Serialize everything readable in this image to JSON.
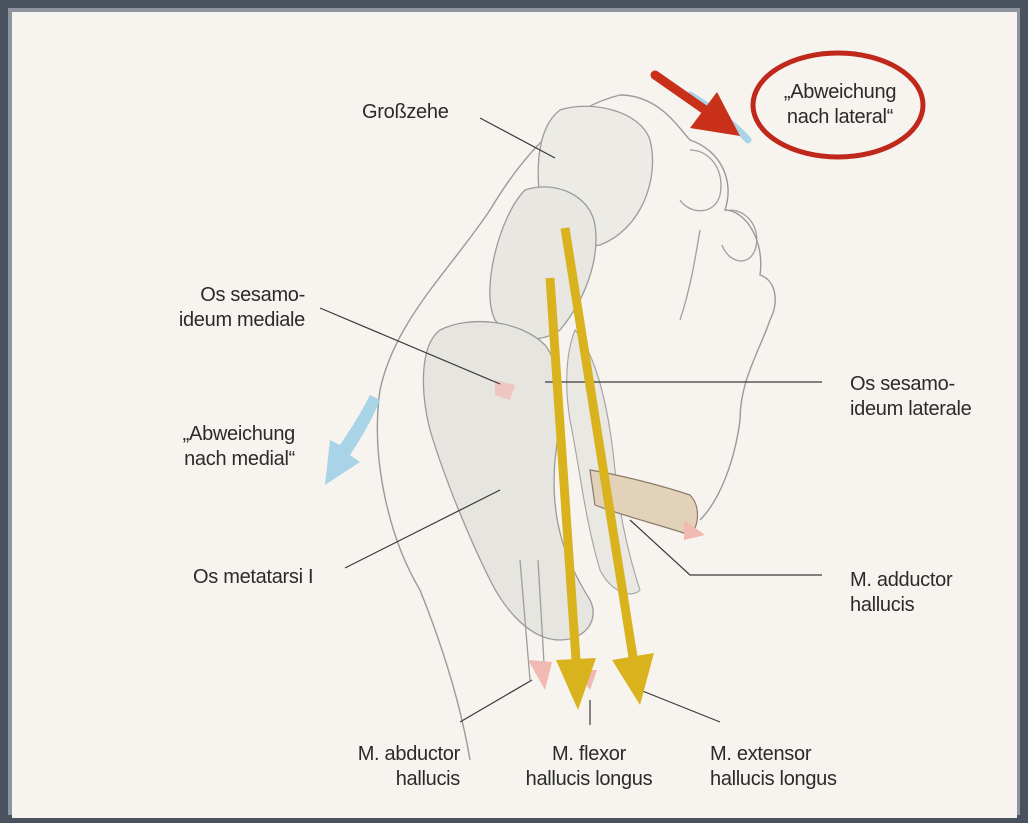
{
  "labels": {
    "grosszehe": "Großzehe",
    "abweichung_lateral": [
      "„Abweichung",
      "nach lateral“"
    ],
    "os_sesamoideum_mediale": [
      "Os sesamo-",
      "ideum mediale"
    ],
    "os_sesamoideum_laterale": [
      "Os sesamo-",
      "ideum laterale"
    ],
    "abweichung_medial": [
      "„Abweichung",
      "nach medial“"
    ],
    "os_metatarsi": "Os metatarsi I",
    "m_adductor_hallucis": [
      "M. adductor",
      "hallucis"
    ],
    "m_abductor_hallucis": [
      "M. abductor",
      "hallucis"
    ],
    "m_flexor_hallucis_longus": [
      "M. flexor",
      "hallucis longus"
    ],
    "m_extensor_hallucis_longus": [
      "M. extensor",
      "hallucis longus"
    ]
  },
  "colors": {
    "pull_arrow": "#d9b31e",
    "deviation_arrow_lateral": "#c8301a",
    "highlight_circle": "#c0281c",
    "deviation_arrow_medial": "#a9d3e6"
  }
}
